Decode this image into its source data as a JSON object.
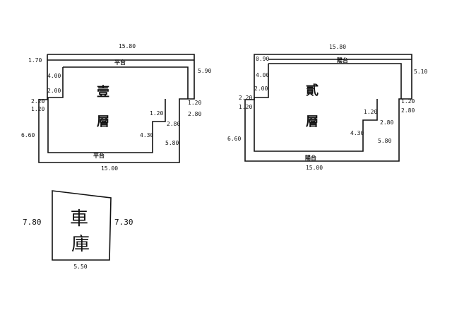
{
  "floor1": {
    "name_top": "壹",
    "name_bottom": "層",
    "balcony_top": "平台",
    "balcony_bottom": "平台",
    "dims": {
      "top_width": "15.80",
      "right_top": "5.90",
      "left_a": "1.70",
      "left_b": "4.00",
      "left_c": "2.00",
      "left_d": "2.20",
      "left_e": "1.20",
      "left_total": "6.60",
      "right_a": "1.20",
      "right_b": "2.80",
      "step_a": "1.20",
      "step_b": "2.80",
      "step_c": "4.30",
      "right_bottom": "5.80",
      "bottom_width": "15.00"
    }
  },
  "floor2": {
    "name_top": "貳",
    "name_bottom": "層",
    "balcony_top": "陽台",
    "balcony_bottom": "陽台",
    "dims": {
      "top_width": "15.80",
      "right_top": "5.10",
      "left_a": "0.90",
      "left_b": "4.00",
      "left_c": "2.00",
      "left_d": "2.20",
      "left_e": "1.20",
      "left_total": "6.60",
      "right_a": "1.20",
      "right_b": "2.80",
      "step_a": "1.20",
      "step_b": "2.80",
      "step_c": "4.30",
      "right_bottom": "5.80",
      "bottom_width": "15.00"
    }
  },
  "garage": {
    "name_top": "車",
    "name_bottom": "庫",
    "left": "7.80",
    "right": "7.30",
    "bottom": "5.50"
  }
}
